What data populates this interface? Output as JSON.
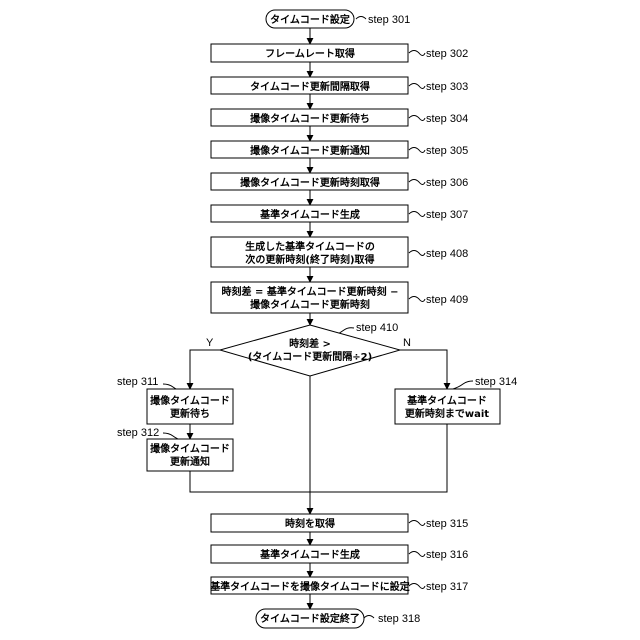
{
  "nodes": {
    "start": {
      "text": "タイムコード設定",
      "step": "step 301"
    },
    "n302": {
      "text": "フレームレート取得",
      "step": "step 302"
    },
    "n303": {
      "text": "タイムコード更新間隔取得",
      "step": "step 303"
    },
    "n304": {
      "text": "撮像タイムコード更新待ち",
      "step": "step 304"
    },
    "n305": {
      "text": "撮像タイムコード更新通知",
      "step": "step 305"
    },
    "n306": {
      "text": "撮像タイムコード更新時刻取得",
      "step": "step 306"
    },
    "n307": {
      "text": "基準タイムコード生成",
      "step": "step 307"
    },
    "n408": {
      "line1": "生成した基準タイムコードの",
      "line2": "次の更新時刻(終了時刻)取得",
      "step": "step 408"
    },
    "n409": {
      "line1": "時刻差 = 基準タイムコード更新時刻 −",
      "line2": "撮像タイムコード更新時刻",
      "step": "step 409"
    },
    "n410": {
      "line1": "時刻差 >",
      "line2": "(タイムコード更新間隔÷2)",
      "step": "step 410",
      "yes": "Y",
      "no": "N"
    },
    "n311": {
      "line1": "撮像タイムコード",
      "line2": "更新待ち",
      "step": "step 311"
    },
    "n312": {
      "line1": "撮像タイムコード",
      "line2": "更新通知",
      "step": "step 312"
    },
    "n314": {
      "line1": "基準タイムコード",
      "line2": "更新時刻までwait",
      "step": "step 314"
    },
    "n315": {
      "text": "時刻を取得",
      "step": "step 315"
    },
    "n316": {
      "text": "基準タイムコード生成",
      "step": "step 316"
    },
    "n317": {
      "text": "基準タイムコードを撮像タイムコードに設定",
      "step": "step 317"
    },
    "end": {
      "text": "タイムコード設定終了",
      "step": "step 318"
    }
  }
}
